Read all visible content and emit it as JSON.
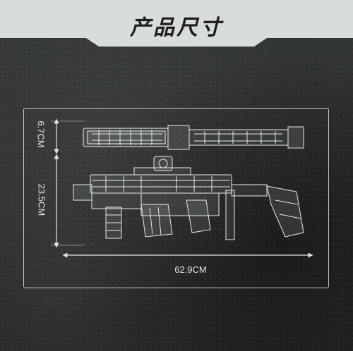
{
  "header": {
    "title": "产品尺寸",
    "decoration": "///"
  },
  "dimensions": {
    "height_top_view": "6.7CM",
    "height_side_view": "23.5CM",
    "length": "62.9CM"
  },
  "colors": {
    "banner": "#d9dcdc",
    "line": "#e4e6e6",
    "background": "#2b2e2e"
  }
}
